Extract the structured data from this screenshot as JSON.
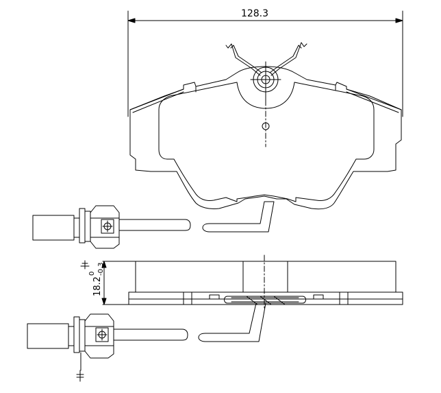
{
  "dimensions": {
    "width_label": "128.3",
    "thickness_label": "18.2",
    "tolerance_upper": "0",
    "tolerance_lower": "-0.3"
  },
  "colors": {
    "line": "#000000",
    "background": "#ffffff"
  }
}
